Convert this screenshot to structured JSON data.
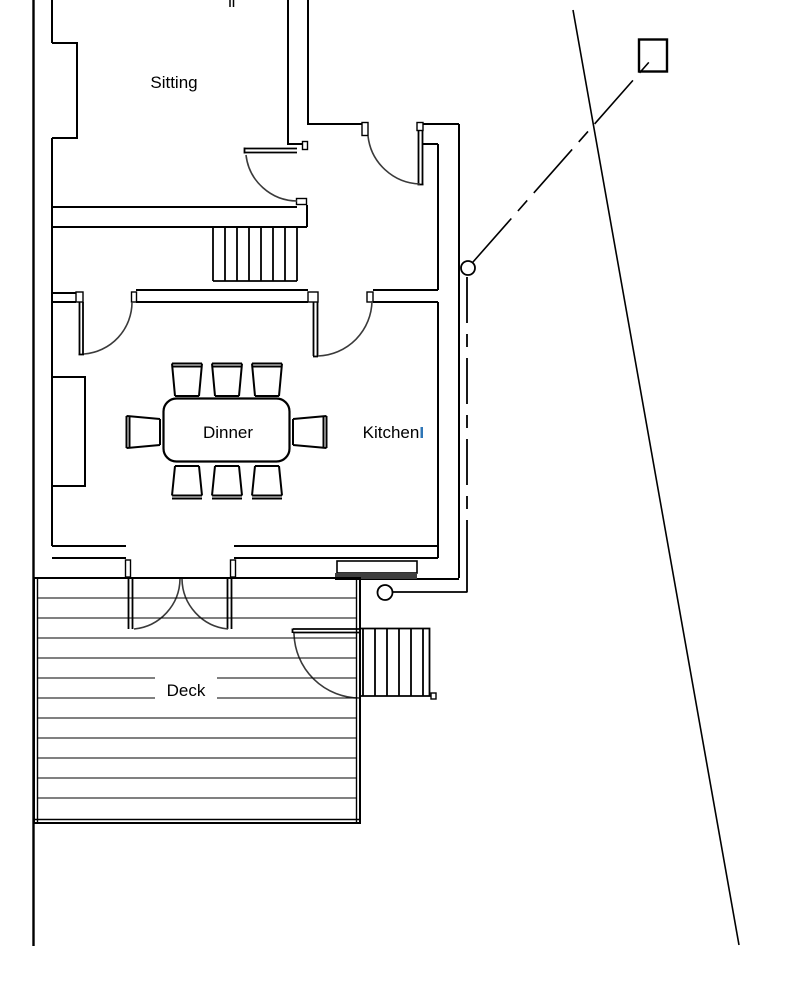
{
  "canvas": {
    "background": "#ffffff",
    "line_color": "#000000",
    "arc_color": "#3a3a3a",
    "sill_color": "#3f3f3f",
    "text_cursor_color": "#2e75b6"
  },
  "rooms": {
    "sitting": {
      "label": "Sitting"
    },
    "dinner": {
      "label": "Dinner"
    },
    "kitchen": {
      "label": "Kitchen"
    },
    "deck": {
      "label": "Deck"
    }
  },
  "furniture": {
    "dining_chairs_count": 8
  }
}
